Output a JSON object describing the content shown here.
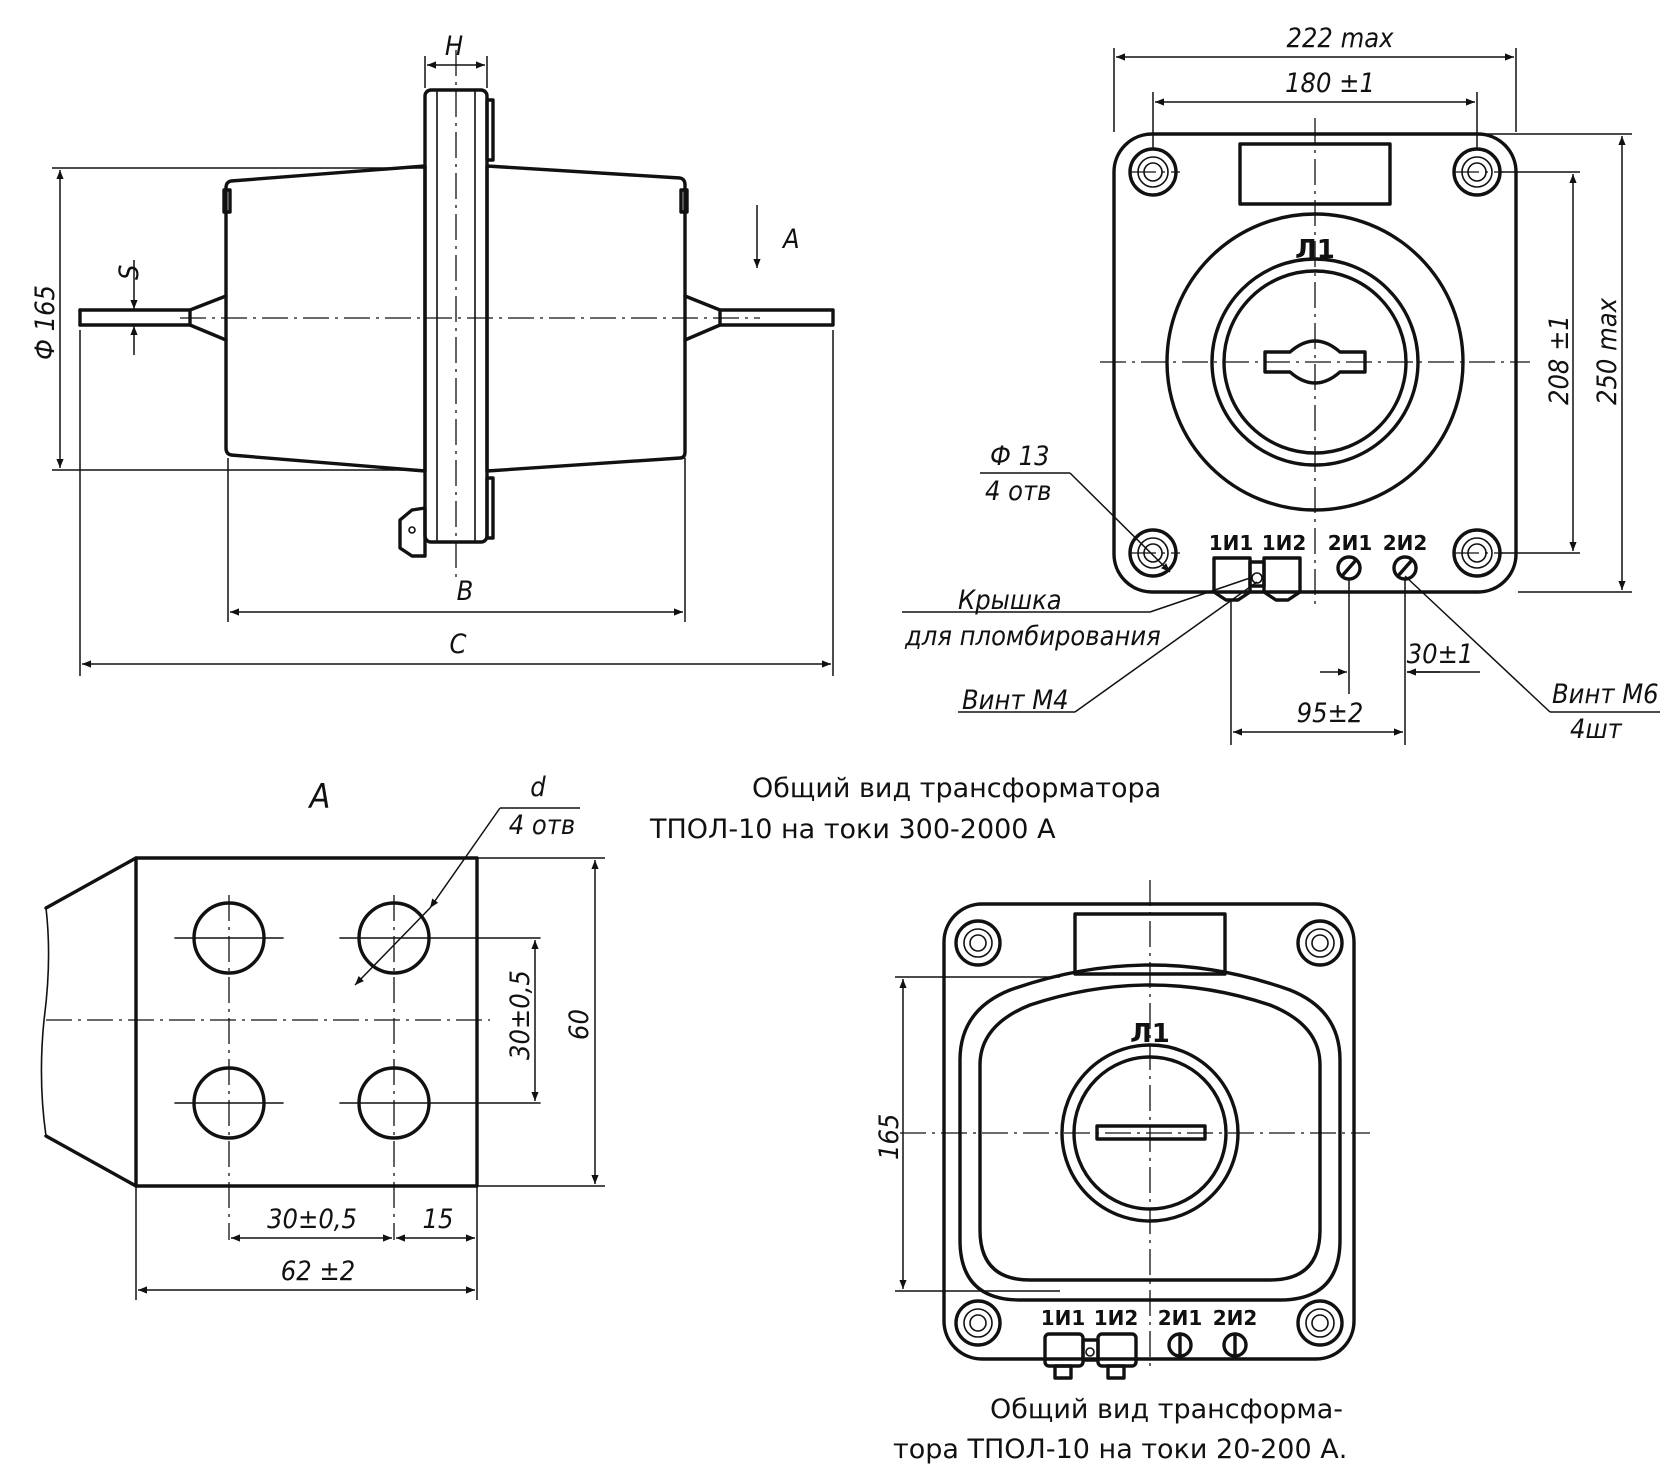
{
  "side_view": {
    "dim_h": "H",
    "dim_diameter": "Ф 165",
    "dim_s": "S",
    "dim_b": "B",
    "dim_c": "C",
    "view_arrow": "A"
  },
  "front_view": {
    "dim_width_max": "222 max",
    "dim_holes_spacing": "180 ±1",
    "dim_height_holes": "208 ±1",
    "dim_height_max": "250 max",
    "mark_l1": "Л1",
    "hole_dia": "Ф 13",
    "hole_count": "4 отв",
    "term_1i1": "1И1",
    "term_1i2": "1И2",
    "term_2i1": "2И1",
    "term_2i2": "2И2",
    "cover_label_1": "Крышка",
    "cover_label_2": "для пломбирования",
    "screw_m4": "Винт М4",
    "screw_m6": "Винт М6",
    "screw_m6_count": "4шт",
    "dim_30": "30±1",
    "dim_95": "95±2"
  },
  "caption_1": {
    "line1": "Общий вид трансформатора",
    "line2": "ТПОЛ-10 на токи 300-2000 А"
  },
  "view_a": {
    "title": "A",
    "dim_d": "d",
    "hole_count": "4 отв",
    "dim_30_v": "30±0,5",
    "dim_60": "60",
    "dim_30_h": "30±0,5",
    "dim_15": "15",
    "dim_62": "62 ±2"
  },
  "small_view": {
    "mark_l1": "Л1",
    "dim_165": "165",
    "term_1i1": "1И1",
    "term_1i2": "1И2",
    "term_2i1": "2И1",
    "term_2i2": "2И2"
  },
  "caption_2": {
    "line1": "Общий вид трансформа-",
    "line2": "тора ТПОЛ-10 на токи 20-200 А."
  }
}
